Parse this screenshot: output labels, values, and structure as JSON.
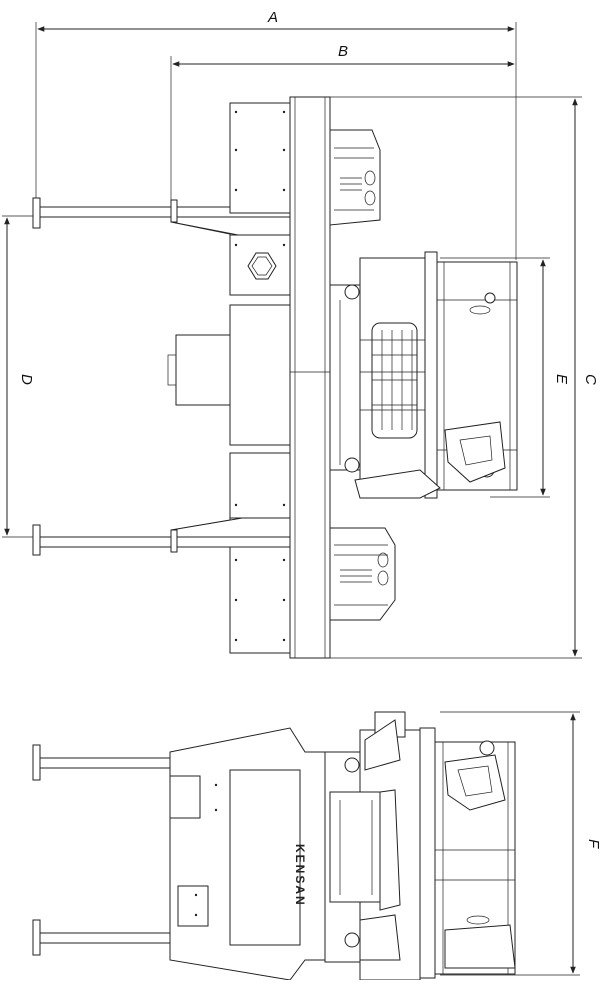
{
  "dimension_labels": {
    "a": "A",
    "b": "B",
    "c": "C",
    "d": "D",
    "e": "E",
    "f": "F"
  },
  "brand_logo": "KENSAN",
  "colors": {
    "line": "#222222",
    "background": "#ffffff"
  }
}
